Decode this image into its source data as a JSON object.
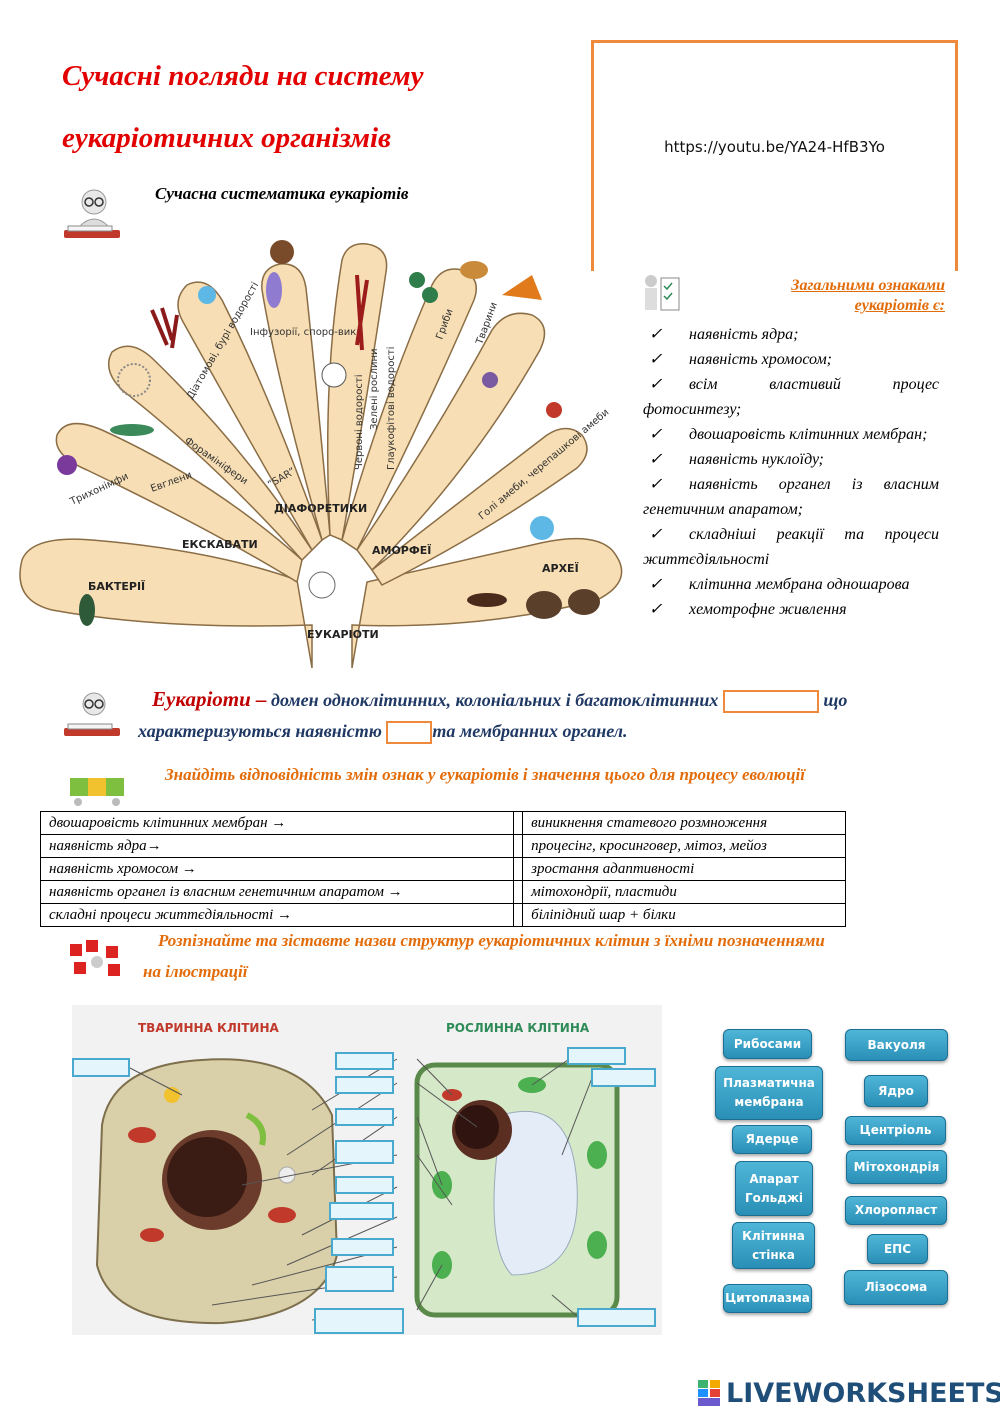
{
  "header": {
    "title_line1": "Сучасні погляди на систему",
    "title_line2": "еукаріотичних організмів",
    "subtitle": "Сучасна систематика еукаріотів"
  },
  "video": {
    "url": "https://youtu.be/YA24-HfB3Yo"
  },
  "tree": {
    "labels": [
      "ЕУКАРІОТИ",
      "ЕКСКАВАТИ",
      "ДІАФОРЕТИКИ",
      "АМОРФЕЇ",
      "БАКТЕРІЇ",
      "АРХЕЇ",
      "Трихонімфи",
      "Евглени",
      "Форамініфери",
      "Діатомові, бурі водорості",
      "Інфузорії, споро-вики",
      "Червоні водорості",
      "Зелені рослини",
      "Глаукофітові водорості",
      "Гриби",
      "Тварини",
      "Голі амеби, черепашкові амеби",
      "“SAR”"
    ]
  },
  "characteristics": {
    "title": "Загальними ознаками еукаріотів є:",
    "check": "✓",
    "items": [
      "наявність ядра;",
      "наявність хромосом;",
      "всім властивий процес фотосинтезу;",
      "двошаровість клітинних мембран;",
      "наявність нуклоїду;",
      "наявність органел із власним генетичним апаратом;",
      "складніші реакції та процеси життєдіяльності",
      "клітинна мембрана одношарова",
      "хемотрофне живлення"
    ]
  },
  "definition": {
    "term": "Еукаріоти –",
    "part1": " домен одноклітинних, колоніальних і багатоклітинних ",
    "part2": " що",
    "part3": "характеризуються наявністю ",
    "part4": "та мембранних органел."
  },
  "match_task": {
    "title": "Знайдіть відповідність змін ознак у еукаріотів і значення цього для процесу еволюції",
    "left": [
      "двошаровість клітинних мембран →",
      "наявність ядра→",
      "наявність хромосом →",
      "наявність органел із власним генетичним апаратом →",
      "складні процеси життєдіяльності →"
    ],
    "right": [
      "виникнення статевого розмноження",
      "процесінг, кросинговер, мітоз, мейоз",
      "зростання адаптивності",
      "мітохондрії, пластиди",
      "біліпідний шар + білки"
    ]
  },
  "cell_task": {
    "title_line1": "Розпізнайте та зіставте назви структур еукаріотичних клітин з їхніми позначеннями",
    "title_line2": "на ілюстрації",
    "animal_title": "ТВАРИННА КЛІТИНА",
    "plant_title": "РОСЛИННА КЛІТИНА",
    "options": [
      "Рибосами",
      "Вакуоля",
      "Плазматична мембрана",
      "Ядро",
      "Ядерце",
      "Центріоль",
      "Апарат Гольджі",
      "Мітохондрія",
      "Хлоропласт",
      "Клітинна стінка",
      "ЕПС",
      "Лізосома",
      "Цитоплазма"
    ]
  },
  "footer": {
    "brand": "LIVEWORKSHEETS"
  }
}
